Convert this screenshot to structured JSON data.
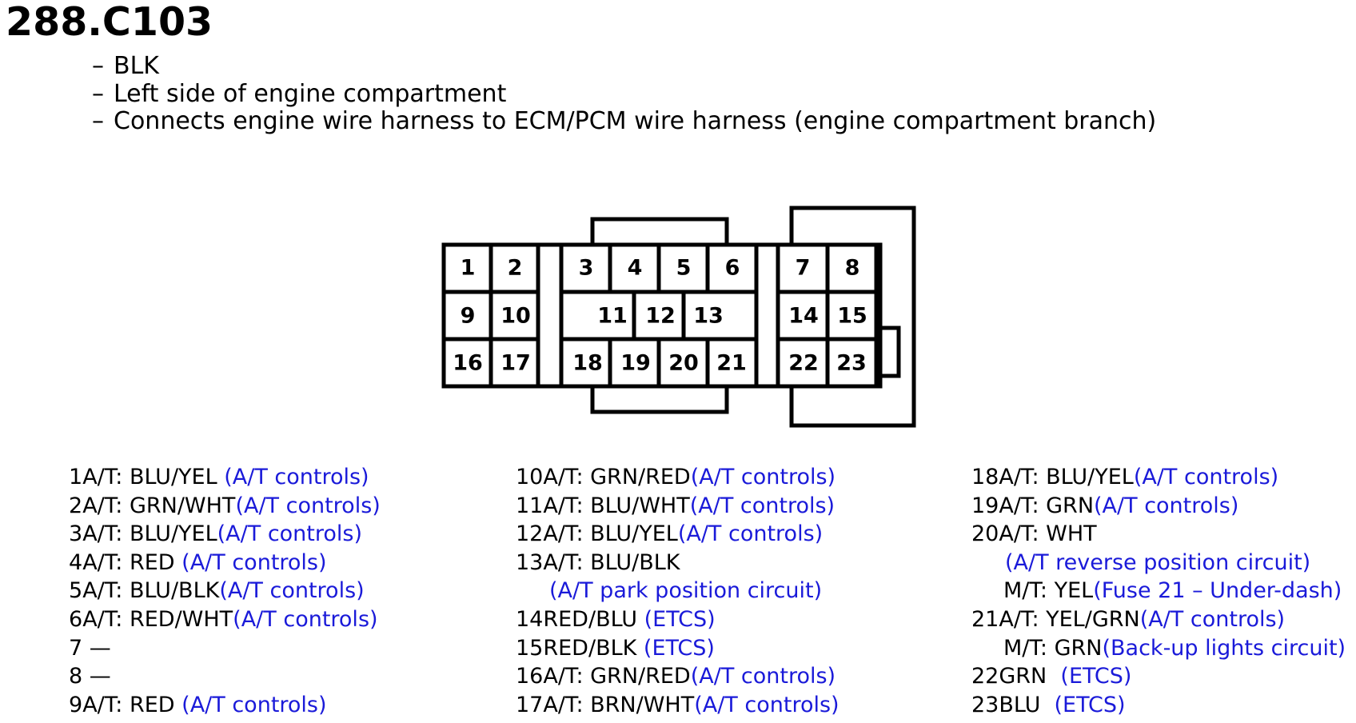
{
  "title": "288.C103",
  "notes": [
    "BLK",
    "Left side of engine compartment",
    "Connects engine wire harness to ECM/PCM wire harness (engine compartment branch)"
  ],
  "note_dash": "–",
  "pins": [
    "1",
    "2",
    "3",
    "4",
    "5",
    "6",
    "7",
    "8",
    "9",
    "10",
    "11",
    "12",
    "13",
    "14",
    "15",
    "16",
    "17",
    "18",
    "19",
    "20",
    "21",
    "22",
    "23"
  ],
  "columns": [
    [
      {
        "pin": "1",
        "text": "A/T: BLU/YEL",
        "desc": " (A/T controls)"
      },
      {
        "pin": "2",
        "text": "A/T: GRN/WHT",
        "desc": "(A/T controls)"
      },
      {
        "pin": "3",
        "text": "A/T: BLU/YEL",
        "desc": "(A/T controls)"
      },
      {
        "pin": "4",
        "text": "A/T: RED",
        "desc": " (A/T controls)"
      },
      {
        "pin": "5",
        "text": "A/T: BLU/BLK",
        "desc": "(A/T controls)"
      },
      {
        "pin": "6",
        "text": "A/T: RED/WHT",
        "desc": "(A/T controls)"
      },
      {
        "pin": "7",
        "text": " —",
        "desc": ""
      },
      {
        "pin": "8",
        "text": " —",
        "desc": ""
      },
      {
        "pin": "9",
        "text": "A/T: RED",
        "desc": " (A/T controls)"
      }
    ],
    [
      {
        "pin": "10",
        "text": "A/T: GRN/RED",
        "desc": "(A/T controls)"
      },
      {
        "pin": "11",
        "text": "A/T: BLU/WHT",
        "desc": "(A/T controls)"
      },
      {
        "pin": "12",
        "text": "A/T: BLU/YEL",
        "desc": "(A/T controls)"
      },
      {
        "pin": "13",
        "text": "A/T: BLU/BLK",
        "desc": ""
      },
      {
        "pin": "",
        "text": "",
        "desc": "(A/T park position circuit)",
        "indent": true
      },
      {
        "pin": "14",
        "text": "RED/BLU",
        "desc": " (ETCS)"
      },
      {
        "pin": "15",
        "text": "RED/BLK",
        "desc": " (ETCS)"
      },
      {
        "pin": "16",
        "text": "A/T: GRN/RED",
        "desc": "(A/T controls)"
      },
      {
        "pin": "17",
        "text": "A/T: BRN/WHT",
        "desc": "(A/T controls)"
      }
    ],
    [
      {
        "pin": "18",
        "text": "A/T: BLU/YEL",
        "desc": "(A/T controls)"
      },
      {
        "pin": "19",
        "text": "A/T: GRN",
        "desc": "(A/T controls)"
      },
      {
        "pin": "20",
        "text": "A/T: WHT",
        "desc": ""
      },
      {
        "pin": "",
        "text": "",
        "desc": "(A/T reverse position circuit)",
        "indent": true
      },
      {
        "pin": "",
        "text": "M/T: YEL",
        "desc": "(Fuse 21 – Under-dash)",
        "indent": true
      },
      {
        "pin": "21",
        "text": "A/T: YEL/GRN",
        "desc": "(A/T controls)"
      },
      {
        "pin": "",
        "text": "M/T: GRN",
        "desc": "(Back-up lights circuit)",
        "indent": true
      },
      {
        "pin": "22",
        "text": "GRN",
        "desc": "  (ETCS)"
      },
      {
        "pin": "23",
        "text": "BLU",
        "desc": "  (ETCS)"
      }
    ]
  ]
}
